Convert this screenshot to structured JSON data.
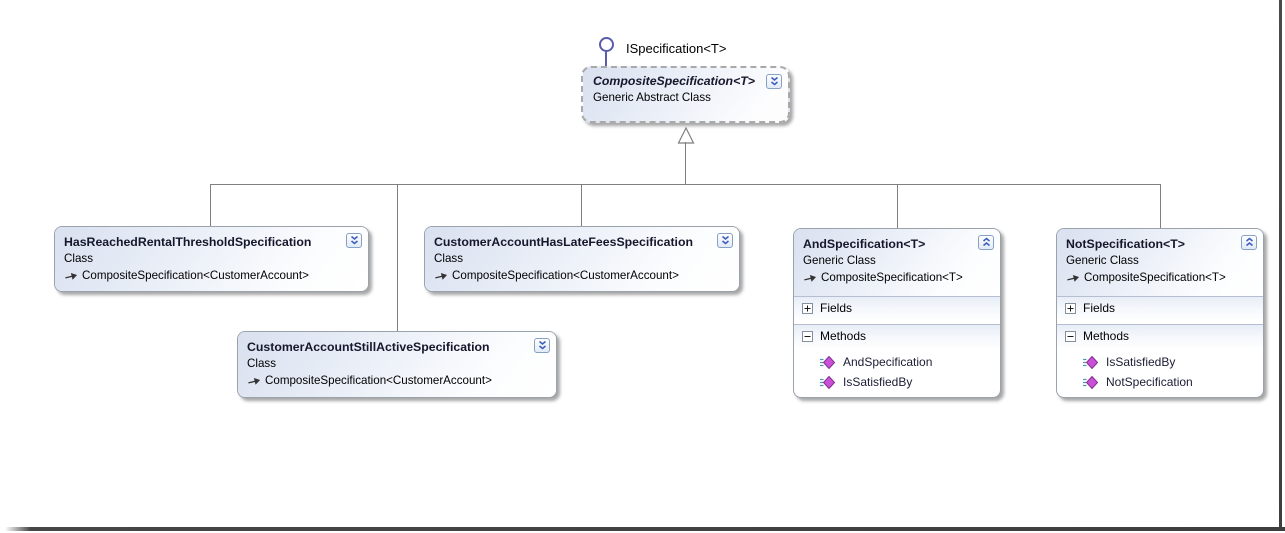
{
  "lollipop": {
    "label": "ISpecification<T>"
  },
  "composite": {
    "name": "CompositeSpecification<T>",
    "kind": "Generic Abstract Class"
  },
  "classes": [
    {
      "name": "HasReachedRentalThresholdSpecification",
      "kind": "Class",
      "inherits": "CompositeSpecification<CustomerAccount>"
    },
    {
      "name": "CustomerAccountHasLateFeesSpecification",
      "kind": "Class",
      "inherits": "CompositeSpecification<CustomerAccount>"
    },
    {
      "name": "CustomerAccountStillActiveSpecification",
      "kind": "Class",
      "inherits": "CompositeSpecification<CustomerAccount>"
    },
    {
      "name": "AndSpecification<T>",
      "kind": "Generic Class",
      "inherits": "CompositeSpecification<T>",
      "fields_label": "Fields",
      "methods_label": "Methods",
      "methods": [
        "AndSpecification",
        "IsSatisfiedBy"
      ]
    },
    {
      "name": "NotSpecification<T>",
      "kind": "Generic Class",
      "inherits": "CompositeSpecification<T>",
      "fields_label": "Fields",
      "methods_label": "Methods",
      "methods": [
        "IsSatisfiedBy",
        "NotSpecification"
      ]
    }
  ],
  "icons": {
    "collapsed_toggle": "double-chevron-down",
    "expanded_toggle": "double-chevron-up",
    "fields_expander": "plus-box",
    "methods_expander": "minus-box",
    "member_kind": "method-diamond",
    "inheritance_head": "hollow-triangle",
    "interface_marker": "lollipop-circle"
  },
  "colors": {
    "accent_blue": "#3c5fc0",
    "connector_gray": "#7f7f7f",
    "lollipop_purple": "#5c5cac",
    "method_magenta": "#cb50d8",
    "header_tint": "#d9e0ef",
    "frame_border": "#424242"
  }
}
